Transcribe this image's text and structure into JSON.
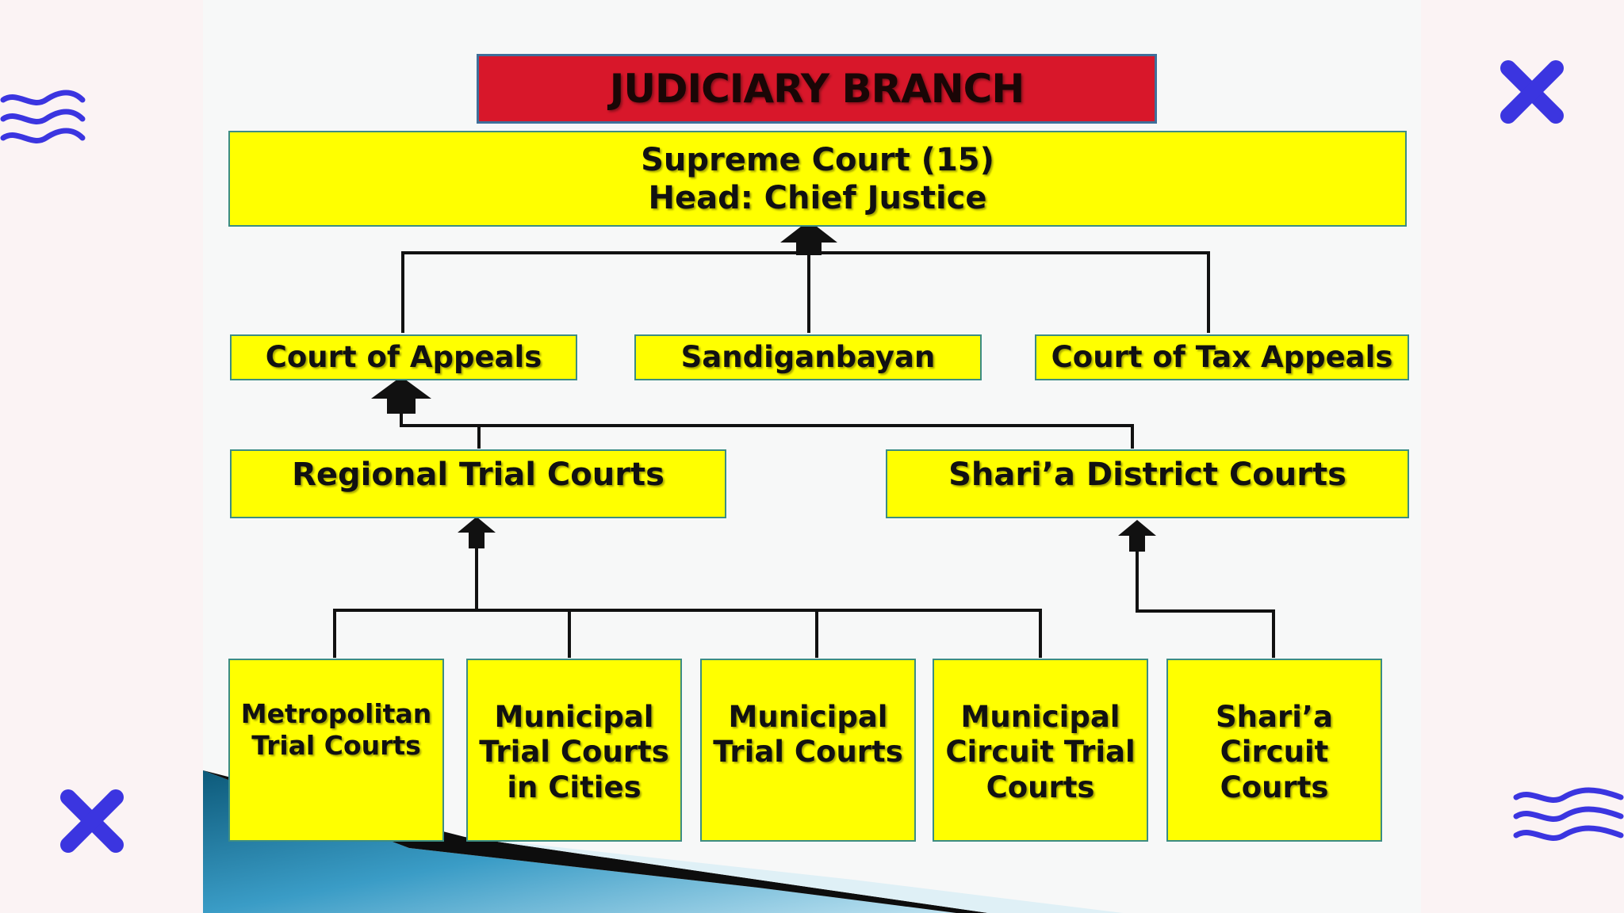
{
  "title": "JUDICIARY BRANCH",
  "supreme_court": {
    "line1": "Supreme Court (15)",
    "line2": "Head: Chief Justice"
  },
  "appellate_courts": {
    "court_of_appeals": "Court of Appeals",
    "sandiganbayan": "Sandiganbayan",
    "court_of_tax_appeals": "Court of Tax Appeals"
  },
  "second_level": {
    "regional_trial_courts": "Regional Trial Courts",
    "sharia_district_courts": "Shari’a District Courts"
  },
  "first_level": {
    "metropolitan": [
      "Metropolitan",
      "Trial Courts"
    ],
    "municipal_cities": [
      "Municipal",
      "Trial Courts",
      "in Cities"
    ],
    "municipal": [
      "Municipal",
      "Trial Courts"
    ],
    "municipal_circuit": [
      "Municipal",
      "Circuit Trial",
      "Courts"
    ],
    "sharia_circuit": [
      "Shari’a",
      "Circuit",
      "Courts"
    ]
  },
  "colors": {
    "box": "#ffff00",
    "title": "#d8172a",
    "accent": "#3b35e0"
  }
}
